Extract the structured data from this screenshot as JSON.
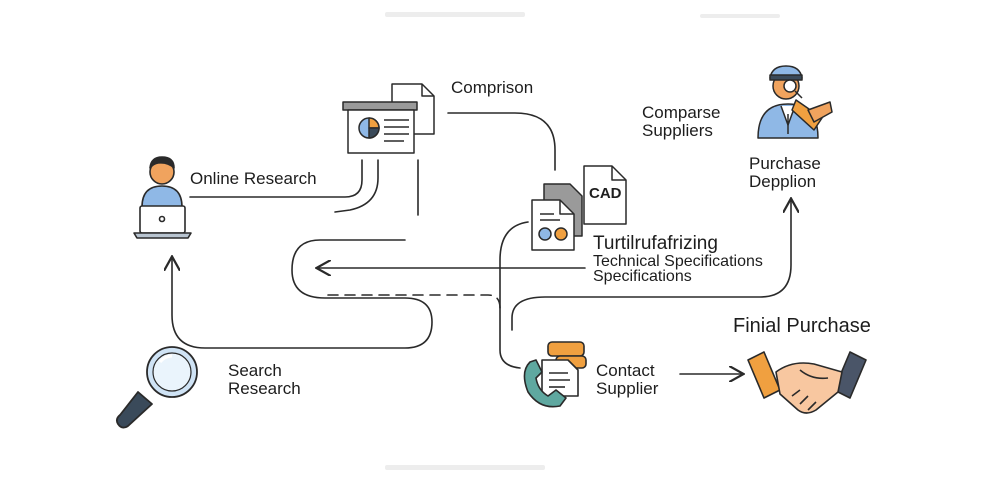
{
  "nodes": {
    "online_research": {
      "label": "Online Research",
      "icon": "person-laptop-icon"
    },
    "comparison": {
      "label": "Comprison",
      "icon": "presentation-documents-icon"
    },
    "compare_suppliers": {
      "lines": [
        "Comparse",
        "Suppliers"
      ],
      "icon": "inspector-magnifier-icon"
    },
    "purchase_decision": {
      "lines": [
        "Purchase",
        "Depplion"
      ]
    },
    "cad": {
      "badge": "CAD",
      "icon": "cad-files-icon"
    },
    "technical_specs": {
      "lines": [
        "Turtilrufafrizing",
        "Technical Specifications",
        "Specifications"
      ]
    },
    "search_research": {
      "lines": [
        "Search",
        "Research"
      ],
      "icon": "magnifier-icon"
    },
    "contact_supplier": {
      "lines": [
        "Contact",
        "Supplier"
      ],
      "icon": "phone-chat-icon"
    },
    "final_purchase": {
      "label": "Finial Purchase",
      "icon": "handshake-icon"
    }
  },
  "colors": {
    "line": "#2a2a2a",
    "skin": "#f0a35e",
    "shirt_blue": "#8fb8e6",
    "orange": "#f0a040",
    "teal": "#5fa8a0",
    "gray": "#9a9a9a",
    "dark_slate": "#4a5568"
  }
}
